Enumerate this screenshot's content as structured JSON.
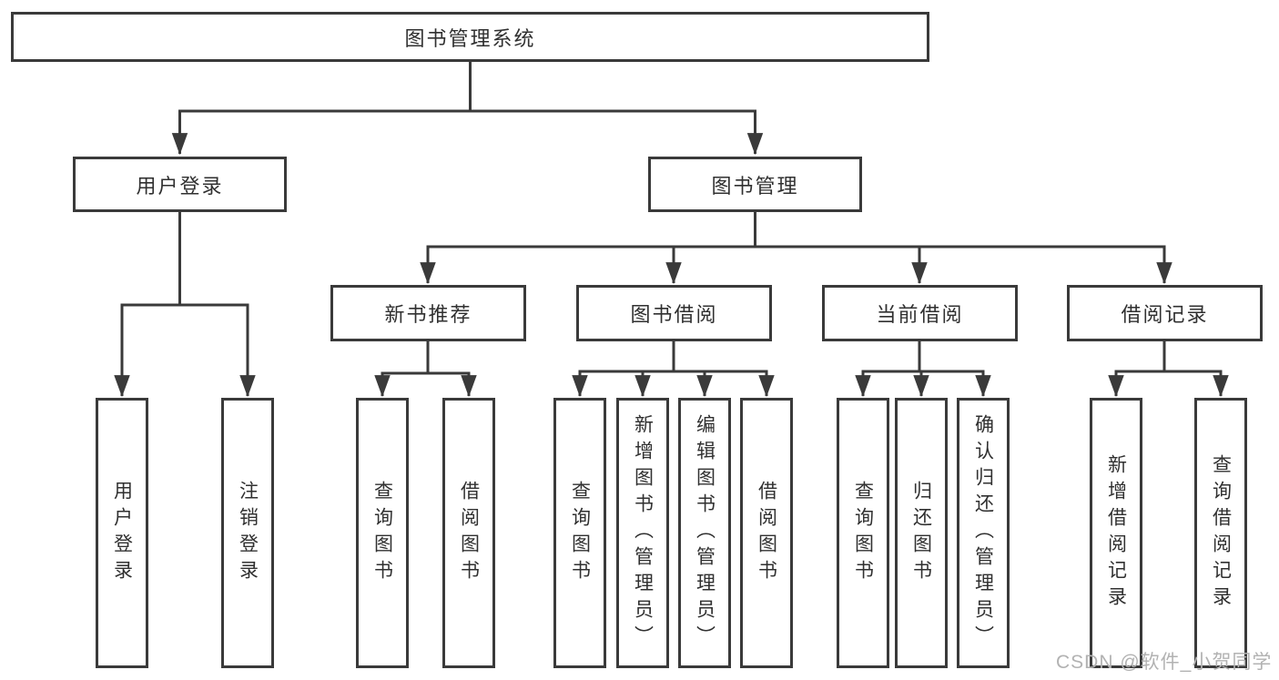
{
  "diagram": {
    "root": {
      "label": "图书管理系统"
    },
    "branches": [
      {
        "label": "用户登录",
        "children": [
          {
            "label": "用户登录"
          },
          {
            "label": "注销登录"
          }
        ]
      },
      {
        "label": "图书管理",
        "children": [
          {
            "label": "新书推荐",
            "children": [
              {
                "label": "查询图书"
              },
              {
                "label": "借阅图书"
              }
            ]
          },
          {
            "label": "图书借阅",
            "children": [
              {
                "label": "查询图书"
              },
              {
                "label": "新增图书（管理员）"
              },
              {
                "label": "编辑图书（管理员）"
              },
              {
                "label": "借阅图书"
              }
            ]
          },
          {
            "label": "当前借阅",
            "children": [
              {
                "label": "查询图书"
              },
              {
                "label": "归还图书"
              },
              {
                "label": "确认归还（管理员）"
              }
            ]
          },
          {
            "label": "借阅记录",
            "children": [
              {
                "label": "新增借阅记录"
              },
              {
                "label": "查询借阅记录"
              }
            ]
          }
        ]
      }
    ]
  },
  "watermark": "CSDN @软件_小贺同学",
  "colors": {
    "line": "#3a3a3a",
    "text": "#303030",
    "box_fill": "#ffffff",
    "watermark": "#b2b2b2"
  }
}
